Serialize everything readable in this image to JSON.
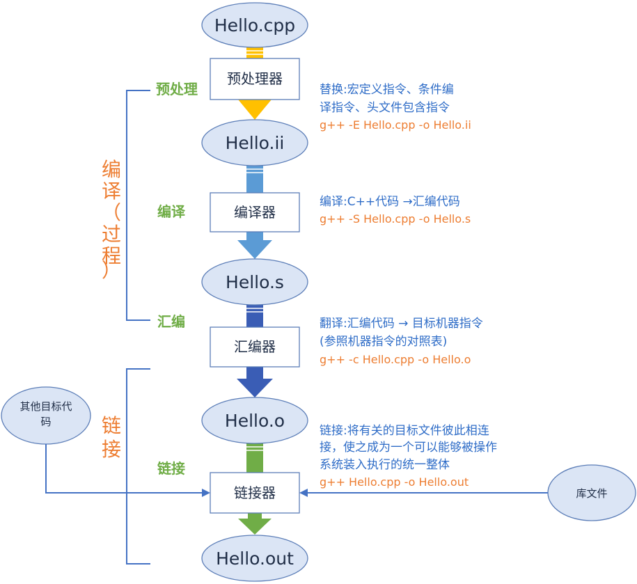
{
  "files": {
    "cpp": "Hello.cpp",
    "ii": "Hello.ii",
    "s": "Hello.s",
    "o": "Hello.o",
    "out": "Hello.out"
  },
  "tools": {
    "preprocessor": "预处理器",
    "compiler": "编译器",
    "assembler": "汇编器",
    "linker": "链接器"
  },
  "stages": {
    "preprocess": "预处理",
    "compile": "编译",
    "assemble": "汇编",
    "link": "链接"
  },
  "groups": {
    "compile_chars": [
      "编",
      "译",
      "（",
      "过",
      "程",
      "）"
    ],
    "link_chars": [
      "链",
      "接"
    ]
  },
  "inputs": {
    "other_objects_line1": "其他目标代",
    "other_objects_line2": "码",
    "library": "库文件"
  },
  "descriptions": {
    "preprocess_line1": "替换:宏定义指令、条件编",
    "preprocess_line2": "译指令、头文件包含指令",
    "preprocess_cmd": "g++ -E Hello.cpp -o Hello.ii",
    "compile_line1": "编译:C++代码 →汇编代码",
    "compile_cmd": "g++ -S Hello.cpp -o Hello.s",
    "assemble_line1": "翻译:汇编代码 → 目标机器指令",
    "assemble_line2": "(参照机器指令的对照表)",
    "assemble_cmd": "g++ -c Hello.cpp -o Hello.o",
    "link_line1": "链接:将有关的目标文件彼此相连",
    "link_line2": "接，使之成为一个可以能够被操作",
    "link_line3": "系统装入执行的统一整体",
    "link_cmd": "g++  Hello.cpp -o Hello.out"
  },
  "colors": {
    "node_fill": "#dbe5f5",
    "outline": "#5b7db7",
    "connector": "#4472c4",
    "stage_green": "#70ad47",
    "group_orange": "#ed7d31",
    "desc_blue": "#2e6cc7",
    "arrow_preprocess": "#ffc000",
    "arrow_compile": "#5b9bd5",
    "arrow_assemble": "#3a5db5",
    "arrow_link": "#70ad47"
  }
}
